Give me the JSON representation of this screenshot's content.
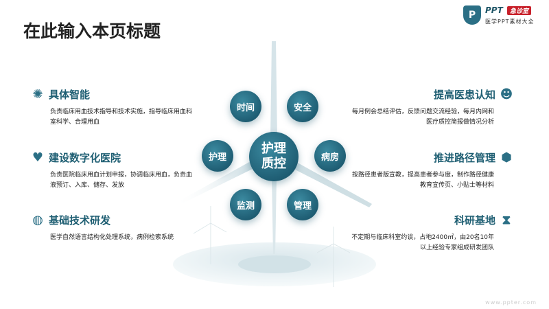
{
  "title": "在此输入本页标题",
  "logo": {
    "brand": "PPT",
    "tag": "急诊室",
    "subtitle": "医学PPT素材大全",
    "shield": "P"
  },
  "left_items": [
    {
      "icon": "virus-icon",
      "heading": "具体智能",
      "desc": "负责临床用血技术指导和技术实施，指导临床用血科室科学、合理用血"
    },
    {
      "icon": "heart-icon",
      "heading": "建设数字化医院",
      "desc": "负责医院临床用血计划申报，协调临床用血，负责血液预订、入库、储存、发放"
    },
    {
      "icon": "brain-icon",
      "heading": "基础技术研发",
      "desc": "医学自然语言结构化处理系统，病例检索系统"
    }
  ],
  "right_items": [
    {
      "icon": "nurse-icon",
      "heading": "提高医患认知",
      "desc": "每月例会总结评估，反馈问题交流经验，每月内网和医疗质控简报做情况分析"
    },
    {
      "icon": "molecule-icon",
      "heading": "推进路径管理",
      "desc": "按路径患者版宣教，提高患者参与度，制作路径健康教育宣传页、小贴士等材料"
    },
    {
      "icon": "dna-icon",
      "heading": "科研基地",
      "desc": "不定期与临床科室约谈，占地2400㎡，由20名10年以上经验专家组成研发团队"
    }
  ],
  "center": {
    "label": "护理质控",
    "nodes": [
      "时间",
      "安全",
      "护理",
      "病房",
      "监测",
      "管理"
    ]
  },
  "watermark": "www.ppter.com",
  "colors": {
    "accent": "#1f5f73"
  }
}
